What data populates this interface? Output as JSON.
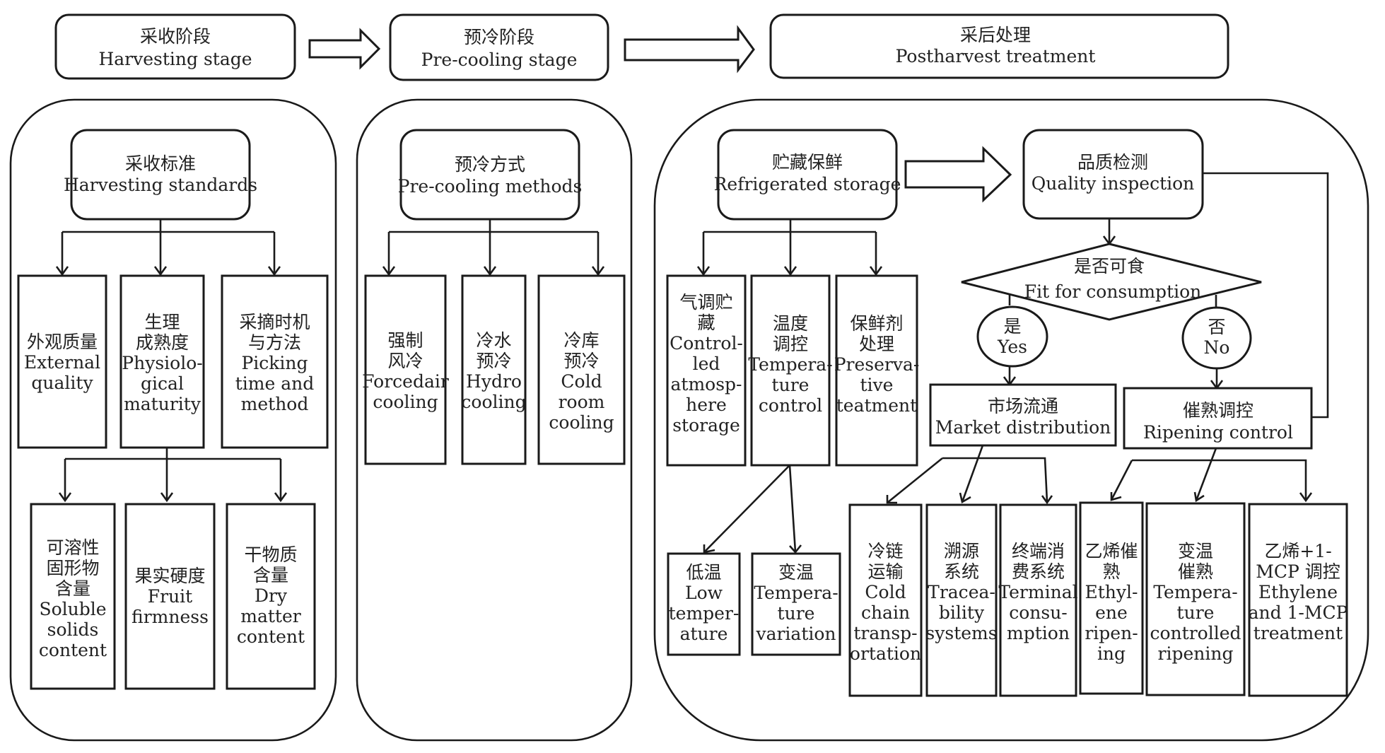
{
  "stages": [
    {
      "zh": "采收阶段",
      "en": "Harvesting stage"
    },
    {
      "zh": "预冷阶段",
      "en": "Pre-cooling stage"
    },
    {
      "zh": "采后处理",
      "en": "Postharvest treatment"
    }
  ],
  "harvest": {
    "root": {
      "zh": "采收标准",
      "en": "Harvesting standards"
    },
    "children": [
      {
        "lines": [
          "外观质量",
          "External",
          "quality"
        ]
      },
      {
        "lines": [
          "生理",
          "成熟度",
          "Physiolo-",
          "gical",
          "maturity"
        ]
      },
      {
        "lines": [
          "采摘时机",
          "与方法",
          "Picking",
          "time and",
          "method"
        ]
      }
    ],
    "grandchildren": [
      {
        "lines": [
          "可溶性",
          "固形物",
          "含量",
          "Soluble",
          "solids",
          "content"
        ]
      },
      {
        "lines": [
          "果实硬度",
          "Fruit",
          "firmness"
        ]
      },
      {
        "lines": [
          "干物质",
          "含量",
          "Dry",
          "matter",
          "content"
        ]
      }
    ]
  },
  "precool": {
    "root": {
      "zh": "预冷方式",
      "en": "Pre-cooling methods"
    },
    "children": [
      {
        "lines": [
          "强制",
          "风冷",
          "Forcedair",
          "cooling"
        ]
      },
      {
        "lines": [
          "冷水",
          "预冷",
          "Hydro",
          "cooling"
        ]
      },
      {
        "lines": [
          "冷库",
          "预冷",
          "Cold",
          "room",
          "cooling"
        ]
      }
    ]
  },
  "postharvest": {
    "storage": {
      "zh": "贮藏保鲜",
      "en": "Refrigerated storage"
    },
    "storage_children": [
      {
        "lines": [
          "气调贮",
          "藏",
          "Control-",
          "led",
          "atmosp-",
          "here",
          "storage"
        ]
      },
      {
        "lines": [
          "温度",
          "调控",
          "Tempera-",
          "ture",
          "control"
        ]
      },
      {
        "lines": [
          "保鲜剂",
          "处理",
          "Preserva-",
          "tive",
          "teatment"
        ]
      }
    ],
    "temperature_children": [
      {
        "lines": [
          "低温",
          "Low",
          "temper-",
          "ature"
        ]
      },
      {
        "lines": [
          "变温",
          "Tempera-",
          "ture",
          "variation"
        ]
      }
    ],
    "inspection": {
      "zh": "品质检测",
      "en": "Quality inspection"
    },
    "decision": {
      "zh": "是否可食",
      "en": "Fit for consumption"
    },
    "yes": {
      "zh": "是",
      "en": "Yes"
    },
    "no": {
      "zh": "否",
      "en": "No"
    },
    "market": {
      "zh": "市场流通",
      "en": "Market distribution"
    },
    "ripening": {
      "zh": "催熟调控",
      "en": "Ripening control"
    },
    "market_children": [
      {
        "lines": [
          "冷链",
          "运输",
          "Cold",
          "chain",
          "transp-",
          "ortation"
        ]
      },
      {
        "lines": [
          "溯源",
          "系统",
          "Tracea-",
          "bility",
          "systems"
        ]
      },
      {
        "lines": [
          "终端消",
          "费系统",
          "Terminal",
          "consu-",
          "mption"
        ]
      }
    ],
    "ripening_children": [
      {
        "lines": [
          "乙烯催",
          "熟",
          "Ethyl-",
          "ene",
          "ripen-",
          "ing"
        ]
      },
      {
        "lines": [
          "变温",
          "催熟",
          "Tempera-",
          "ture",
          "controlled",
          "ripening"
        ]
      },
      {
        "lines": [
          "乙烯+1-",
          "MCP 调控",
          "Ethylene",
          "and 1-MCP",
          "treatment"
        ]
      }
    ]
  }
}
